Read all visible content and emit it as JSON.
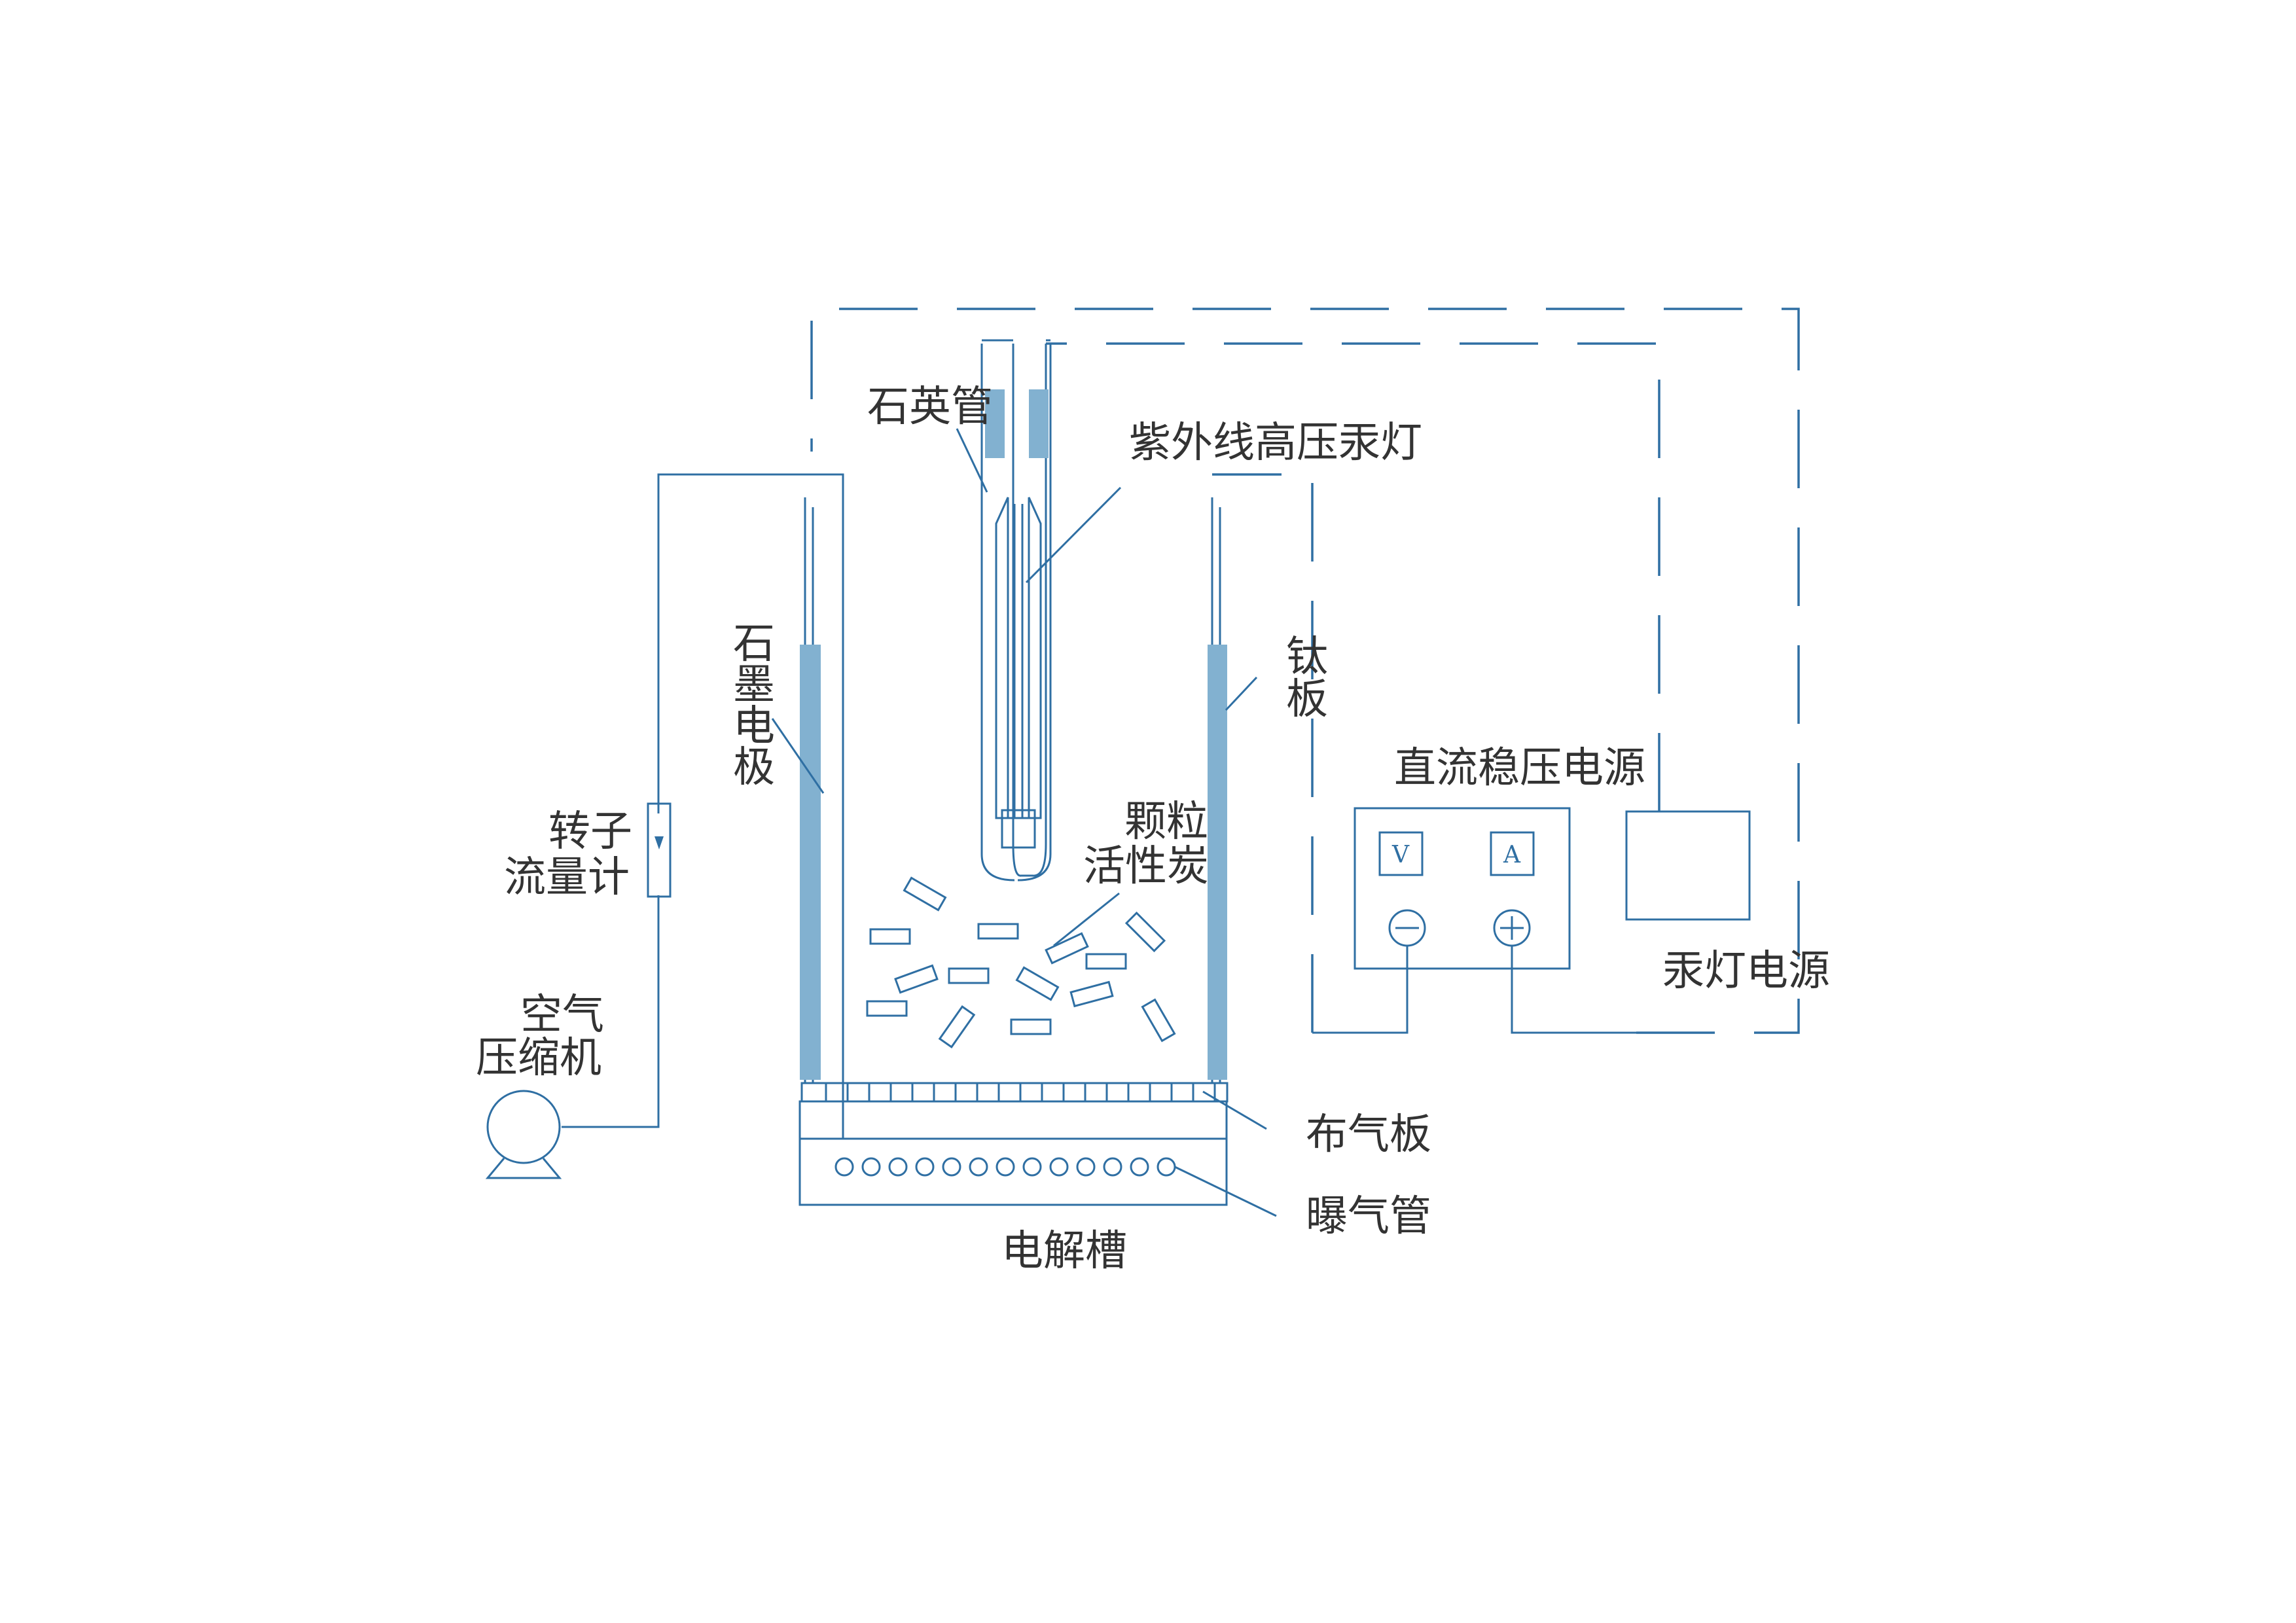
{
  "labels": {
    "quartz_tube": "石英管",
    "uv_lamp": "紫外线高压汞灯",
    "graphite_electrode": [
      "石",
      "墨",
      "电",
      "极"
    ],
    "titanium_plate": [
      "钛",
      "板"
    ],
    "granular_carbon": [
      "颗粒",
      "活性炭"
    ],
    "rotameter": [
      "转子",
      "流量计"
    ],
    "air_compressor": [
      "空气",
      "压缩机"
    ],
    "dc_power": "直流稳压电源",
    "lamp_power": "汞灯电源",
    "gas_plate": "布气板",
    "aeration_pipe": "曝气管",
    "cell": "电解槽"
  },
  "meters": {
    "voltmeter": "V",
    "ammeter": "A"
  },
  "colors": {
    "line": "#2f6fa3",
    "electrode_fill": "#82b1d0",
    "text": "#333333"
  }
}
